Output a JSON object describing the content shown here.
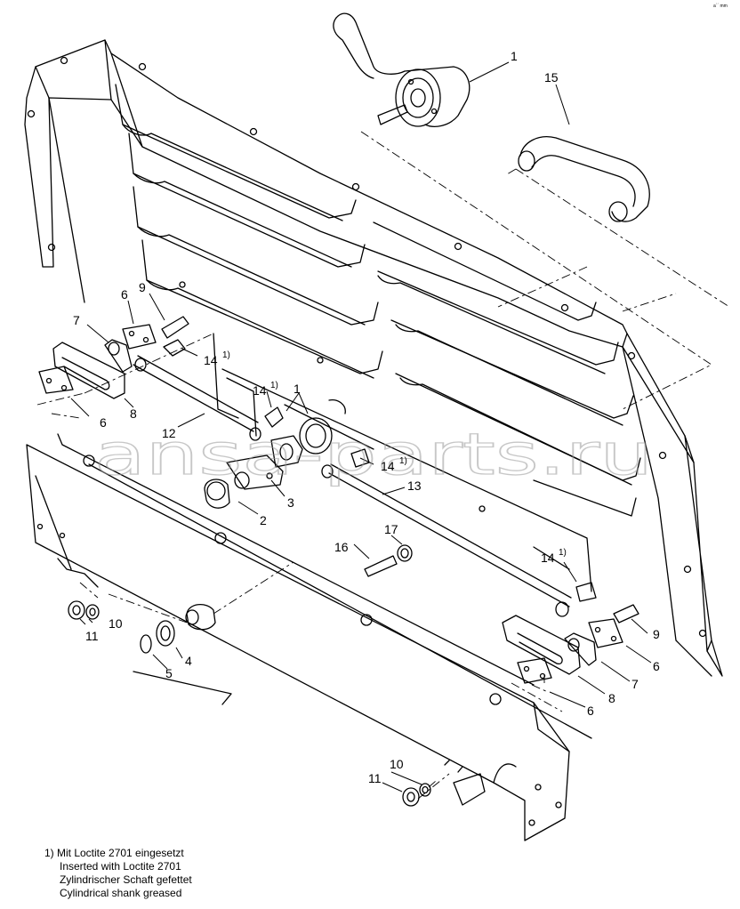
{
  "callouts": {
    "c1_top": "1",
    "c15": "15",
    "c6_left_top": "6",
    "c9_left": "9",
    "c7_left": "7",
    "c14_a": "14",
    "c14_a_note": "1)",
    "c8_left": "8",
    "c6_left_bottom": "6",
    "c14_b": "14",
    "c14_b_note": "1)",
    "c1_mid": "1",
    "c12": "12",
    "c14_c": "14",
    "c14_c_note": "1)",
    "c13": "13",
    "c3": "3",
    "c2": "2",
    "c17": "17",
    "c16": "16",
    "c14_d": "14",
    "c14_d_note": "1)",
    "c10_left": "10",
    "c11_left": "11",
    "c4": "4",
    "c5": "5",
    "c9_right": "9",
    "c6_right_top": "6",
    "c7_right": "7",
    "c8_right": "8",
    "c6_right_bottom": "6",
    "c10_bottom": "10",
    "c11_bottom": "11"
  },
  "footnote": {
    "line1": "1) Mit Loctite 2701 eingesetzt",
    "line2": "Inserted with Loctite 2701",
    "line3": "Zylindrischer Schaft gefettet",
    "line4": "Cylindrical shank greased"
  },
  "watermark": "ansa-parts.ru",
  "corner_mark": "a´´ mm",
  "colors": {
    "line": "#000000",
    "watermark": "#9a9a9a",
    "background": "#ffffff"
  }
}
